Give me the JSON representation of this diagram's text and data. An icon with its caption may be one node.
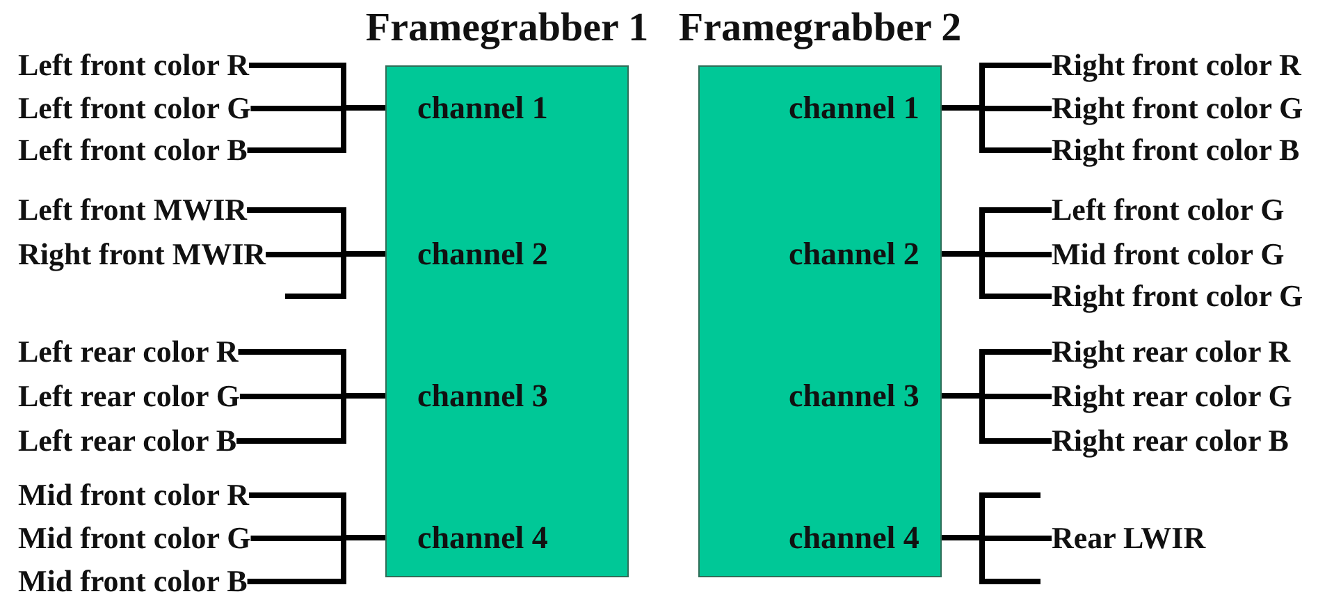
{
  "diagram": {
    "nodes": [
      {
        "text": [
          "Framegrabber 1"
        ]
      },
      {
        "text": [
          "channel 1"
        ],
        "in": 0
      },
      {
        "text": [
          "channel 2"
        ],
        "in": 0
      },
      {
        "text": [
          "channel 3"
        ],
        "in": 0
      },
      {
        "text": [
          "channel 4"
        ],
        "in": 0
      },
      {
        "text": [
          "Framegrabber 2"
        ]
      },
      {
        "text": [
          "channel 1"
        ],
        "in": 5
      },
      {
        "text": [
          "channel 2"
        ],
        "in": 5
      },
      {
        "text": [
          "channel 3"
        ],
        "in": 5
      },
      {
        "text": [
          "channel 4"
        ],
        "in": 5
      },
      {
        "text": [
          "Left front color R"
        ]
      },
      {
        "text": [
          "Left front color G"
        ]
      },
      {
        "text": [
          "Left front color B"
        ]
      },
      {
        "text": [
          "Left front MWIR"
        ]
      },
      {
        "text": [
          "Right front MWIR"
        ]
      },
      {
        "text": [
          "Left rear color R"
        ]
      },
      {
        "text": [
          "Left rear color G"
        ]
      },
      {
        "text": [
          "Left rear color B"
        ]
      },
      {
        "text": [
          "Mid front color R"
        ]
      },
      {
        "text": [
          "Mid front color G"
        ]
      },
      {
        "text": [
          "Mid front color B"
        ]
      },
      {
        "text": [
          "Right front color R"
        ]
      },
      {
        "text": [
          "Right front color G"
        ]
      },
      {
        "text": [
          "Right front color B"
        ]
      },
      {
        "text": [
          "Left front color G"
        ]
      },
      {
        "text": [
          "Mid front color G"
        ]
      },
      {
        "text": [
          "Right front color G"
        ]
      },
      {
        "text": [
          "Right rear color R"
        ]
      },
      {
        "text": [
          "Right rear color G"
        ]
      },
      {
        "text": [
          "Right rear color B"
        ]
      },
      {
        "text": [
          "Rear LWIR"
        ]
      }
    ],
    "edges": [
      {
        "from": 10,
        "to": 1,
        "arrow": "none"
      },
      {
        "from": 11,
        "to": 1,
        "arrow": "none"
      },
      {
        "from": 12,
        "to": 1,
        "arrow": "none"
      },
      {
        "from": 13,
        "to": 2,
        "arrow": "none"
      },
      {
        "from": 14,
        "to": 2,
        "arrow": "none"
      },
      {
        "from": null,
        "to": 2,
        "arrow": "none"
      },
      {
        "from": 15,
        "to": 3,
        "arrow": "none"
      },
      {
        "from": 16,
        "to": 3,
        "arrow": "none"
      },
      {
        "from": 17,
        "to": 3,
        "arrow": "none"
      },
      {
        "from": 18,
        "to": 4,
        "arrow": "none"
      },
      {
        "from": 19,
        "to": 4,
        "arrow": "none"
      },
      {
        "from": 20,
        "to": 4,
        "arrow": "none"
      },
      {
        "from": 21,
        "to": 6,
        "arrow": "none"
      },
      {
        "from": 22,
        "to": 6,
        "arrow": "none"
      },
      {
        "from": 23,
        "to": 6,
        "arrow": "none"
      },
      {
        "from": 24,
        "to": 7,
        "arrow": "none"
      },
      {
        "from": 25,
        "to": 7,
        "arrow": "none"
      },
      {
        "from": 26,
        "to": 7,
        "arrow": "none"
      },
      {
        "from": 27,
        "to": 8,
        "arrow": "none"
      },
      {
        "from": 28,
        "to": 8,
        "arrow": "none"
      },
      {
        "from": 29,
        "to": 8,
        "arrow": "none"
      },
      {
        "from": null,
        "to": 9,
        "arrow": "none"
      },
      {
        "from": 30,
        "to": 9,
        "arrow": "none"
      },
      {
        "from": null,
        "to": 9,
        "arrow": "none"
      }
    ]
  }
}
